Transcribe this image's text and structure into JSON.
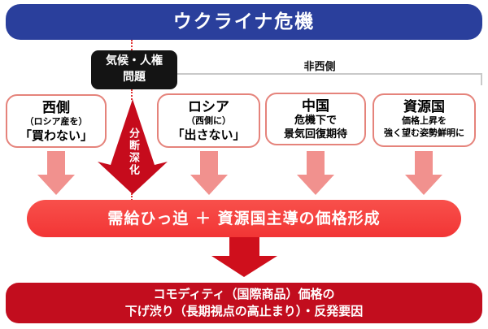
{
  "palette": {
    "banner_blue": "#2a3f9c",
    "black_box": "#141414",
    "box_border_pink": "#e5837b",
    "small_arrow_pink": "#f1918e",
    "division_arrow_red": "#c60b1c",
    "mid_banner_red": "#f23b3b",
    "big_arrow_red": "#cf0f1c",
    "bottom_banner_red": "#c20d1e",
    "dotted_line_red": "#e03434",
    "bracket_gray": "#c9c9c9"
  },
  "top_banner": {
    "label": "ウクライナ危機"
  },
  "climate_box": {
    "line1": "気候・人権",
    "line2": "問題"
  },
  "non_west": {
    "label": "非西側"
  },
  "division_arrow": {
    "label": "分断深化"
  },
  "actors": [
    {
      "title": "西側",
      "sub1": "（ロシア産を）",
      "sub2": "「買わない」"
    },
    {
      "title": "ロシア",
      "sub1": "（西側に）",
      "sub2": "「出さない」"
    },
    {
      "title": "中国",
      "sub1": "危機下で",
      "sub2": "景気回復期待"
    },
    {
      "title": "資源国",
      "sub1": "価格上昇を",
      "sub2": "強く望む姿勢鮮明に"
    }
  ],
  "mid_banner": {
    "label": "需給ひっ迫 ＋ 資源国主導の価格形成"
  },
  "bottom_banner": {
    "line1": "コモディティ（国際商品）価格の",
    "line2": "下げ渋り（長期視点の高止まり）・反発要因"
  }
}
